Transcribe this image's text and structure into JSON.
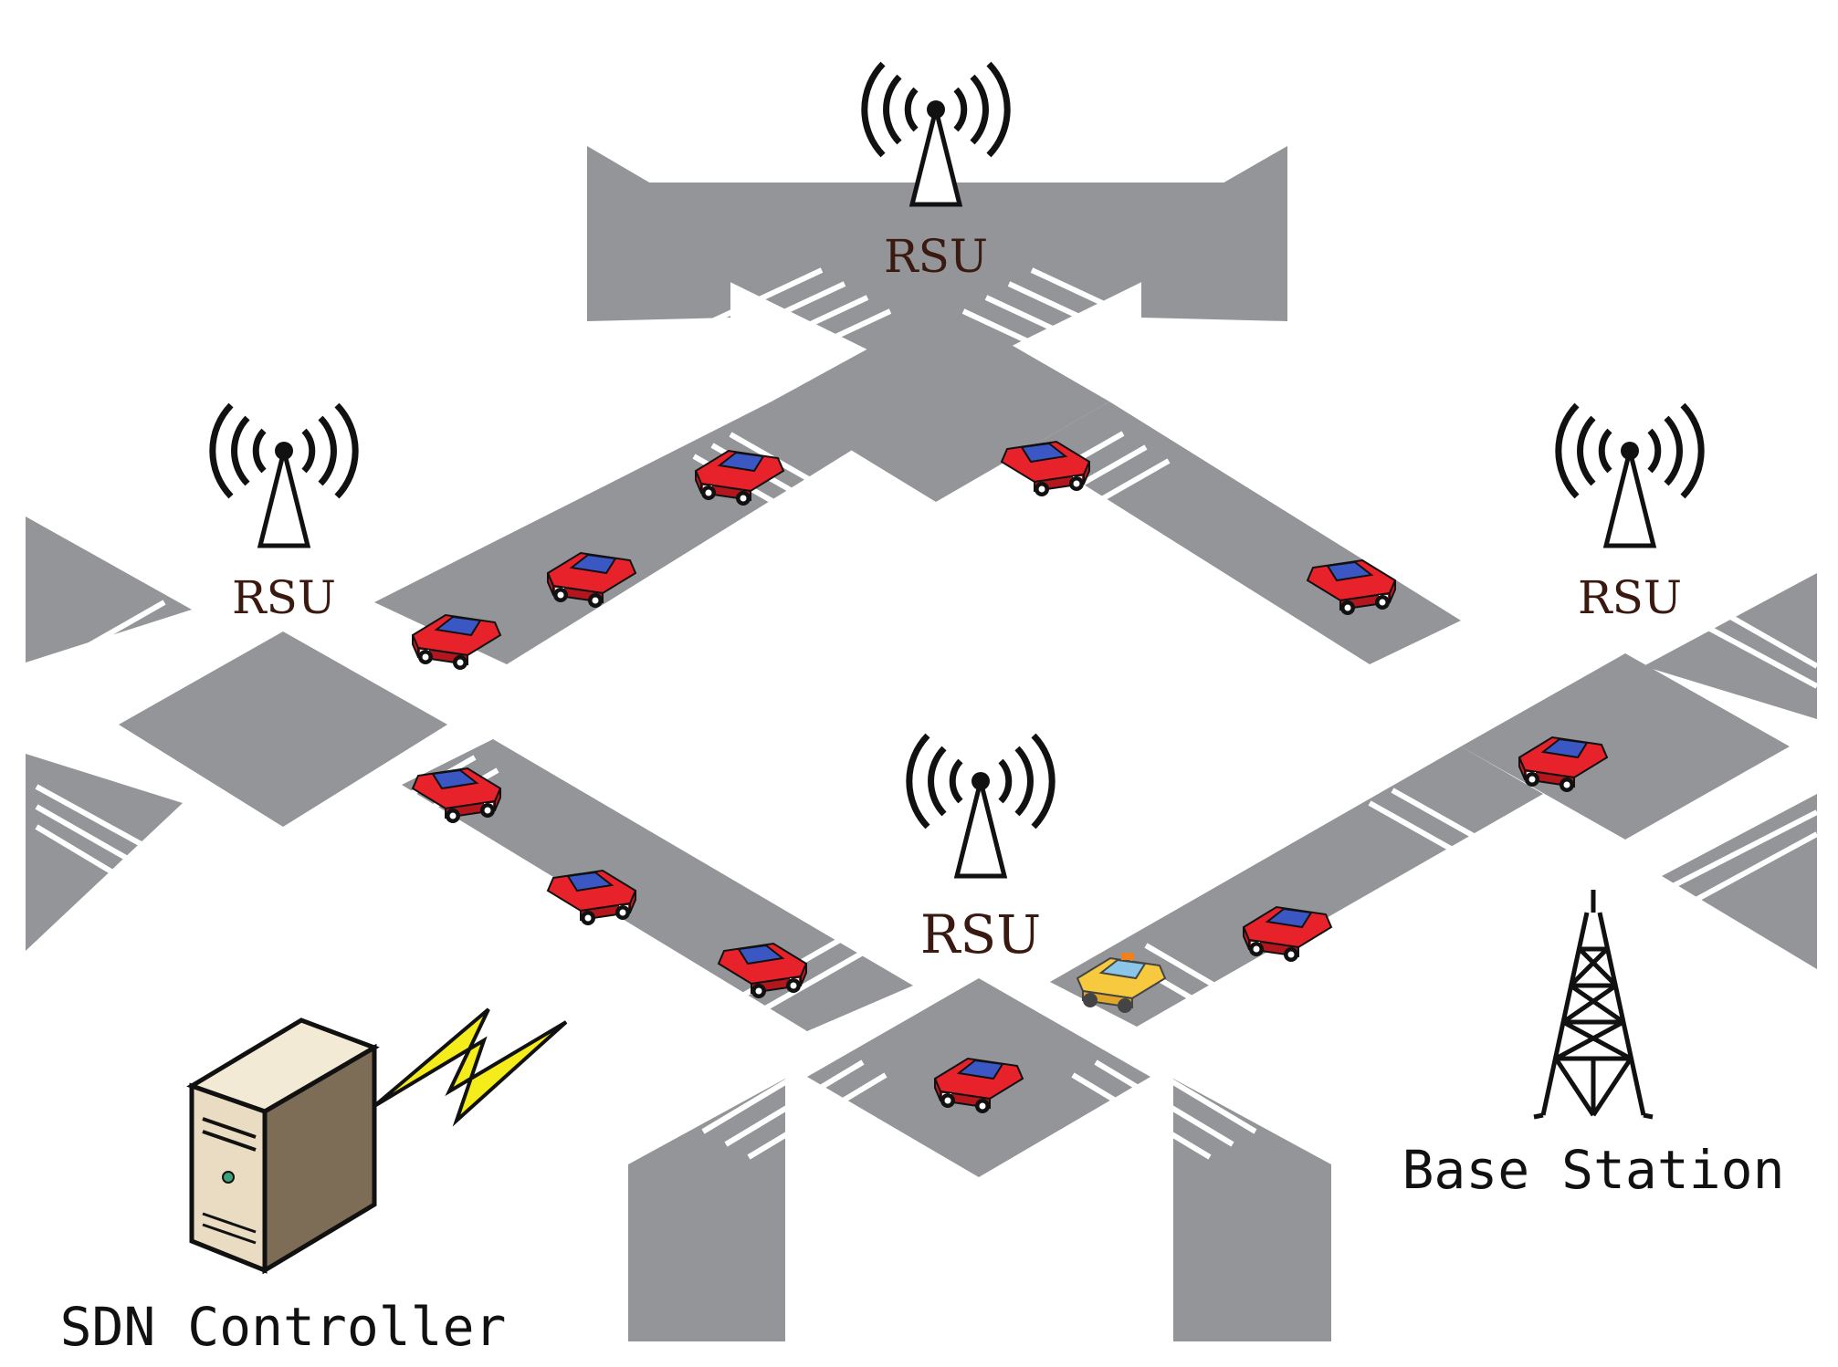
{
  "labels": {
    "rsu_top": "RSU",
    "rsu_left": "RSU",
    "rsu_right": "RSU",
    "rsu_center": "RSU",
    "base_station": "Base Station",
    "sdn_controller": "SDN Controller"
  },
  "colors": {
    "road": "#939598",
    "crosswalk": "#ffffff",
    "car_body": "#e8222a",
    "car_window": "#3a57c4",
    "taxi_body": "#f7c93e",
    "lightning": "#f4ec1b",
    "server_body": "#e9dcc2"
  },
  "icons": [
    "rsu-antenna-icon",
    "car-icon",
    "taxi-icon",
    "base-station-tower-icon",
    "server-icon",
    "lightning-bolt-icon"
  ]
}
